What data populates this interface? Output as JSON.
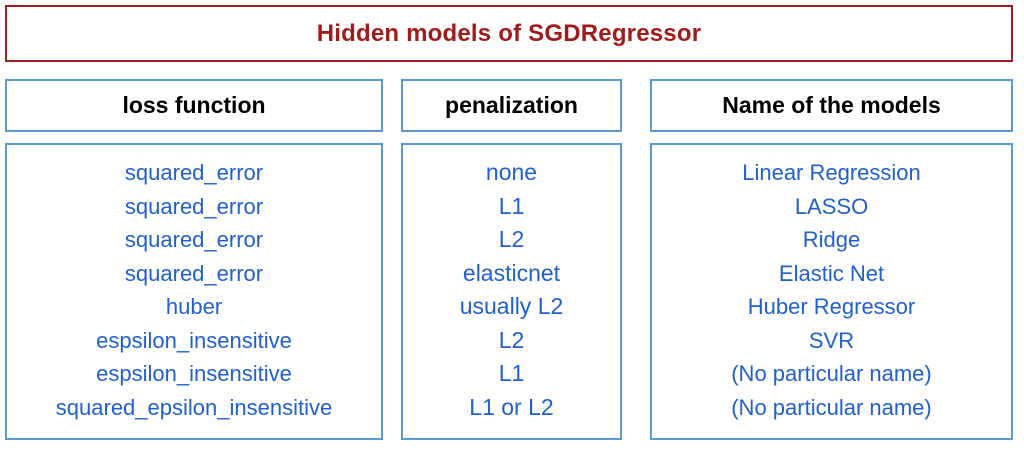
{
  "title": {
    "text": "Hidden models of SGDRegressor",
    "color": "#A01C1C",
    "border_color": "#9E2020"
  },
  "theme": {
    "border_blue": "#5B9BD5",
    "text_blue": "#2060D0",
    "header_text": "#000000",
    "background": "#FFFFFF"
  },
  "table": {
    "headers": [
      "loss function",
      "penalization",
      "Name of the models"
    ],
    "columns": [
      {
        "header": "loss function",
        "cells": [
          "squared_error",
          "squared_error",
          "squared_error",
          "squared_error",
          "huber",
          "espsilon_insensitive",
          "espsilon_insensitive",
          "squared_epsilon_insensitive"
        ]
      },
      {
        "header": "penalization",
        "cells": [
          "none",
          "L1",
          "L2",
          "elasticnet",
          "usually L2",
          "L2",
          "L1",
          "L1 or L2"
        ]
      },
      {
        "header": "Name of the models",
        "cells": [
          "Linear Regression",
          "LASSO",
          "Ridge",
          "Elastic Net",
          "Huber Regressor",
          "SVR",
          "(No particular name)",
          "(No particular name)"
        ]
      }
    ]
  }
}
